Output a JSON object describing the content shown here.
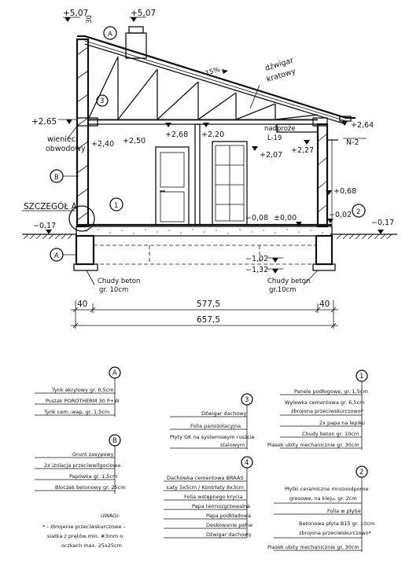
{
  "section": {
    "level_top_left": "+5,07",
    "level_top_mid": "+5,07",
    "chimney_dim": "30",
    "layer_a_ref": "A",
    "roof_slope": "15%",
    "truss_label_line1": "dźwigar",
    "truss_label_line2": "kratowy",
    "level_265": "+2,65",
    "ringbeam_line1": "wieniec",
    "ringbeam_line2": "obwodowy",
    "ref_3": "3",
    "level_240": "+2,40",
    "level_250": "+2,50",
    "level_268": "+2,68",
    "level_220": "+2,20",
    "lintel_line1": "nadproże",
    "lintel_line2": "L-19",
    "level_207": "+2,07",
    "level_227": "+2,27",
    "level_264": "+2,64",
    "detail_n2": "N-2",
    "ref_b": "B",
    "ref_1": "1",
    "szczegol": "SZCZEGÓŁ A",
    "level_068": "+0,68",
    "level_008": "−0,08",
    "level_000": "±0,00",
    "level_002": "−0,02",
    "ref_2": "2",
    "level_017_left": "−0,17",
    "level_017_right": "−0,17",
    "ref_a_bottom": "A",
    "level_102": "−1,02",
    "level_132": "−1,32",
    "lean_concrete_left_line1": "Chudy beton",
    "lean_concrete_left_line2": "gr. 10cm",
    "lean_concrete_right_line1": "Chudy beton",
    "lean_concrete_right_line2": "gr.10cm",
    "dim_40_left": "40",
    "dim_5775": "577,5",
    "dim_40_right": "40",
    "dim_6575": "657,5"
  },
  "legends": {
    "A": {
      "tag": "A",
      "layers": [
        "Tynk akrylowy gr. 0,5cm",
        "Pustak POROTHERM 30 P+W",
        "Tynk cem.-wap. gr. 1,5cm"
      ]
    },
    "B": {
      "tag": "B",
      "layers": [
        "Grunt zasypowy",
        "2x izolacja przeciwwilgociowa",
        "Papówka gr. 1,5cm",
        "Bloczek betonowy gr. 25cm"
      ]
    },
    "one": {
      "tag": "1",
      "layers": [
        "Panele podłogowe, gr. 1,5cm",
        "Wylewka cementowa gr. 6,5cm",
        "zbrojona przeciwskurczowo*",
        "2x papa na lepiku",
        "Chudy beton gr. 10cm",
        "Piasek ubity mechanicznie gr. 30cm"
      ]
    },
    "two": {
      "tag": "2",
      "layers": [
        "Płytki ceramiczne mrozoodporne",
        "gresowe, na kleju, gr. 2cm",
        "Folia w płytie",
        "Betonowa płyta B15 gr. 10cm",
        "zbrojona przeciwskurczowo*",
        "Piasek ubity mechanicznie gr. 30cm"
      ]
    },
    "three": {
      "tag": "3",
      "layers": [
        "Dźwigar dachowy",
        "Folia paroizolacyjna",
        "Płyty GK na systemowym ruszcie",
        "stalowym"
      ]
    },
    "four": {
      "tag": "4",
      "layers": [
        "Dachówka cementowa BRAAS",
        "Łaty 5x5cm / Kontrłaty 8x3cm",
        "Folia wstępnego krycia",
        "Papa termozgrzewalna",
        "Papa podkładowa",
        "Deskowanie pełne",
        "Dźwigar dachowy"
      ]
    },
    "note": {
      "title": "UWAGI:",
      "lines": [
        "* - zbrojenie przeciwskurczowe –",
        "siatka z prętów min. #3mm o",
        "oczkach max. 25x25cm"
      ]
    }
  }
}
